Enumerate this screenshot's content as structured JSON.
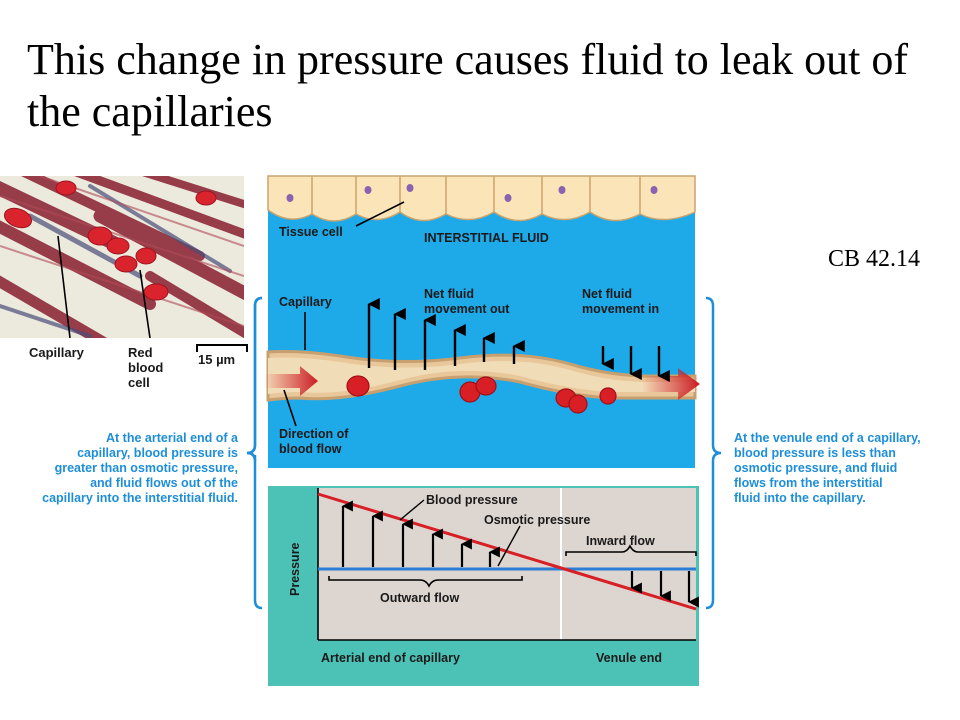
{
  "slide": {
    "title": "This change in pressure causes fluid to leak out of the capillaries",
    "reference": "CB 42.14"
  },
  "micrograph": {
    "labels": {
      "capillary": "Capillary",
      "red_blood_cell": [
        "Red",
        "blood",
        "cell"
      ],
      "scale_bar": "15 µm"
    }
  },
  "capillary_diagram": {
    "tissue_cell": "Tissue cell",
    "interstitial_fluid": "INTERSTITIAL FLUID",
    "capillary": "Capillary",
    "net_out": [
      "Net fluid",
      "movement out"
    ],
    "net_in": [
      "Net fluid",
      "movement in"
    ],
    "flow_direction": [
      "Direction of",
      "blood flow"
    ]
  },
  "pressure_graph": {
    "blood_pressure": "Blood pressure",
    "osmotic_pressure": "Osmotic pressure",
    "inward_flow": "Inward flow",
    "outward_flow": "Outward flow",
    "y_label": "Pressure",
    "x_arterial": "Arterial end of capillary",
    "x_venule": "Venule end"
  },
  "notes": {
    "arterial": [
      "At the arterial end of a",
      "capillary, blood pressure is",
      "greater than osmotic pressure,",
      "and fluid flows out of the",
      "capillary into the interstitial fluid."
    ],
    "venule": [
      "At the venule end of a capillary,",
      "blood pressure is less than",
      "osmotic pressure, and fluid",
      "flows from the interstitial",
      "fluid into the capillary."
    ]
  },
  "colors": {
    "interstitial_blue": "#1ea9e8",
    "graph_teal": "#4cc1b6",
    "graph_panel": "#ddd5d0",
    "blood_red": "#d81f26",
    "osmotic_blue": "#2b7ed6",
    "note_blue": "#1e8ed8"
  }
}
